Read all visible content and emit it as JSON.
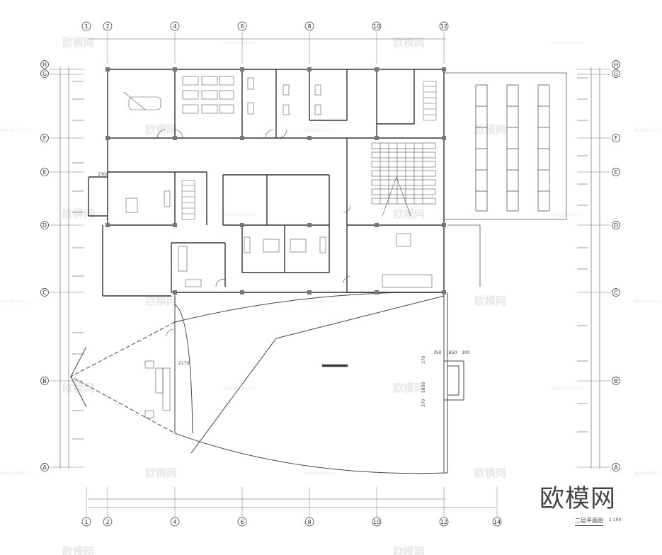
{
  "drawing": {
    "logo": "欧模网",
    "title": "二层平面图",
    "scale": "1:100"
  },
  "grid": {
    "columns_top": [
      "1",
      "2",
      "4",
      "6",
      "8",
      "10",
      "12"
    ],
    "columns_bottom": [
      "1",
      "2",
      "4",
      "6",
      "8",
      "10",
      "12",
      "14"
    ],
    "rows": [
      "H",
      "G",
      "F",
      "E",
      "D",
      "C",
      "B",
      "A"
    ]
  },
  "dimensions": {
    "d1500": "1500",
    "d2170": "2170",
    "d350": "350",
    "d1850": "1850",
    "d300": "300",
    "d370a": "370",
    "d1850v": "1850",
    "d370b": "370"
  },
  "watermark": {
    "brand": "欧模网",
    "url": "www.om.cn"
  }
}
